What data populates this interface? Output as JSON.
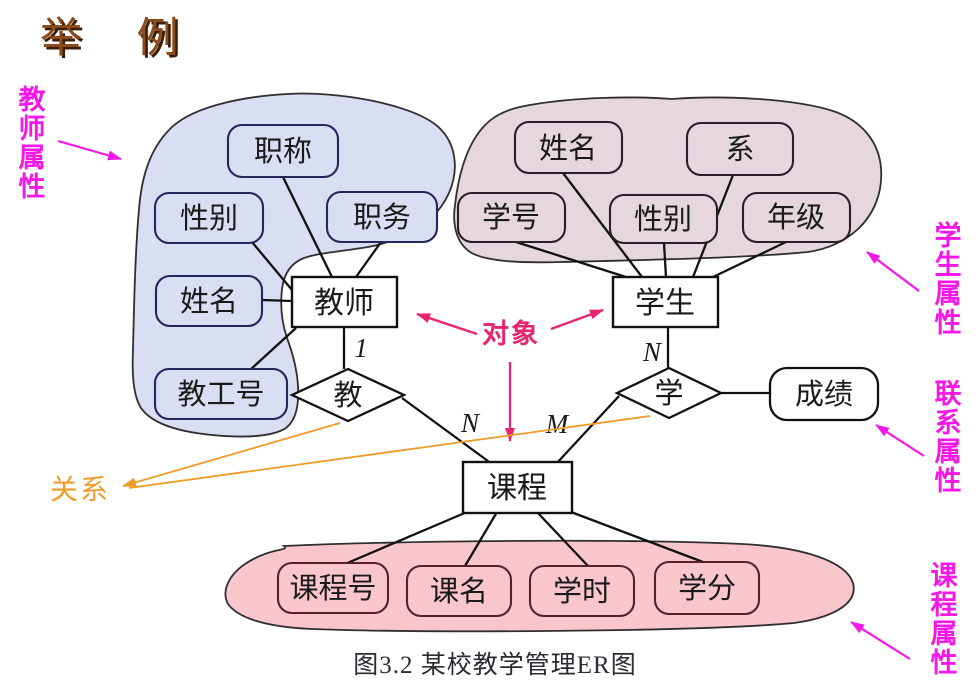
{
  "slide": {
    "title": "举 例",
    "caption": "图3.2 某校教学管理ER图"
  },
  "entities": {
    "teacher": "教师",
    "student": "学生",
    "course": "课程"
  },
  "attributes": {
    "teacher": [
      "职称",
      "性别",
      "职务",
      "姓名",
      "教工号"
    ],
    "student": [
      "姓名",
      "系",
      "学号",
      "性别",
      "年级"
    ],
    "course": [
      "课程号",
      "课名",
      "学时",
      "学分"
    ],
    "relationship": "成绩"
  },
  "relationships": {
    "teach": "教",
    "learn": "学"
  },
  "cardinalities": {
    "teacher_side": "1",
    "teach_course_side": "N",
    "learn_course_side": "M",
    "student_side": "N"
  },
  "annotations": {
    "teacher_attrs": "教师属性",
    "student_attrs": "学生属性",
    "relation_attrs": "联系属性",
    "course_attrs": "课程属性",
    "objects": "对象",
    "relations": "关系"
  },
  "colors": {
    "title": "#8a4a1c",
    "teacher_blob": "#dadef2",
    "student_blob": "#e6d7df",
    "course_blob": "#f9c7cb",
    "label_magenta": "#f516e8",
    "objects_pink": "#e8256e",
    "relations_orange": "#ef9b28"
  }
}
